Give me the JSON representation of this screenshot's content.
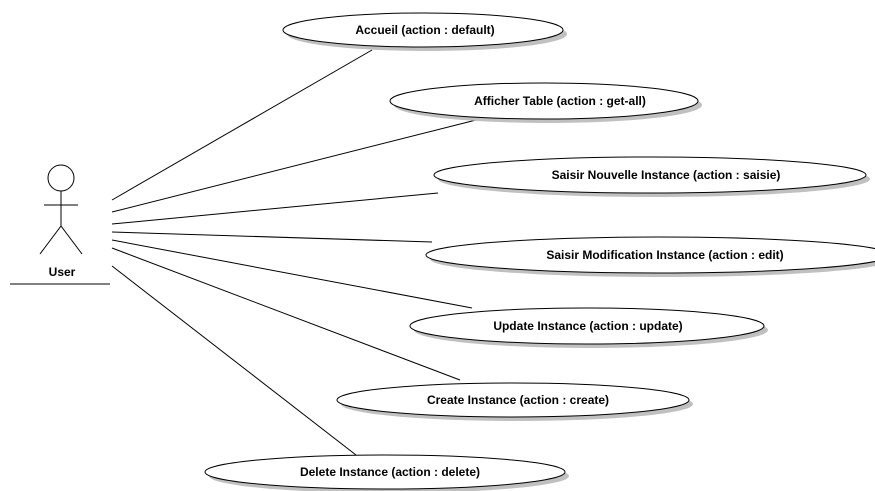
{
  "diagram": {
    "type": "use-case",
    "actor": {
      "name": "User",
      "icon": "stick-figure-icon"
    },
    "use_cases": [
      {
        "id": "accueil",
        "label": "Accueil (action : default)"
      },
      {
        "id": "afficher-table",
        "label": "Afficher Table (action : get-all)"
      },
      {
        "id": "saisir-nouvelle",
        "label": "Saisir Nouvelle Instance (action : saisie)"
      },
      {
        "id": "saisir-modification",
        "label": "Saisir Modification Instance (action : edit)"
      },
      {
        "id": "update",
        "label": "Update Instance (action : update)"
      },
      {
        "id": "create",
        "label": "Create Instance (action : create)"
      },
      {
        "id": "delete",
        "label": "Delete Instance (action : delete)"
      }
    ],
    "associations": [
      {
        "from": "actor",
        "to": "accueil"
      },
      {
        "from": "actor",
        "to": "afficher-table"
      },
      {
        "from": "actor",
        "to": "saisir-nouvelle"
      },
      {
        "from": "actor",
        "to": "saisir-modification"
      },
      {
        "from": "actor",
        "to": "update"
      },
      {
        "from": "actor",
        "to": "create"
      },
      {
        "from": "actor",
        "to": "delete"
      }
    ],
    "colors": {
      "stroke": "#000000",
      "fill": "#ffffff",
      "shadow": "#c0c0c0",
      "text": "#000000"
    }
  }
}
